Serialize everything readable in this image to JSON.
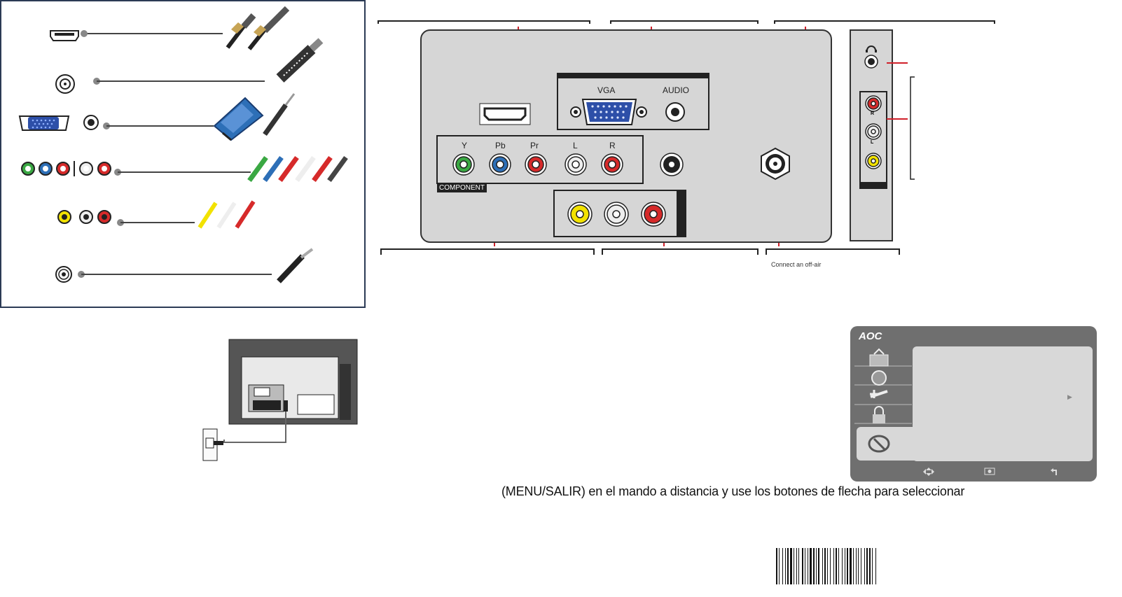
{
  "panel": {
    "vga_label": "VGA",
    "audio_label": "AUDIO",
    "component_tag": "COMPONENT",
    "component_labels": [
      "Y",
      "Pb",
      "Pr",
      "L",
      "R"
    ]
  },
  "side_panel": {
    "r_label": "R",
    "l_label": "L"
  },
  "captions": {
    "antenna": "Connect an off-air"
  },
  "osd": {
    "brand": "AOC"
  },
  "instruction_text": "(MENU/SALIR) en el mando a distancia y use los botones de flecha para seleccionar",
  "colors": {
    "callout_red": "#d0202a",
    "green_jack": "#3aa843",
    "blue_jack": "#2d6fb7",
    "red_jack": "#d62a2a",
    "yellow_jack": "#f2e200",
    "panel_gray": "#d6d6d6"
  }
}
